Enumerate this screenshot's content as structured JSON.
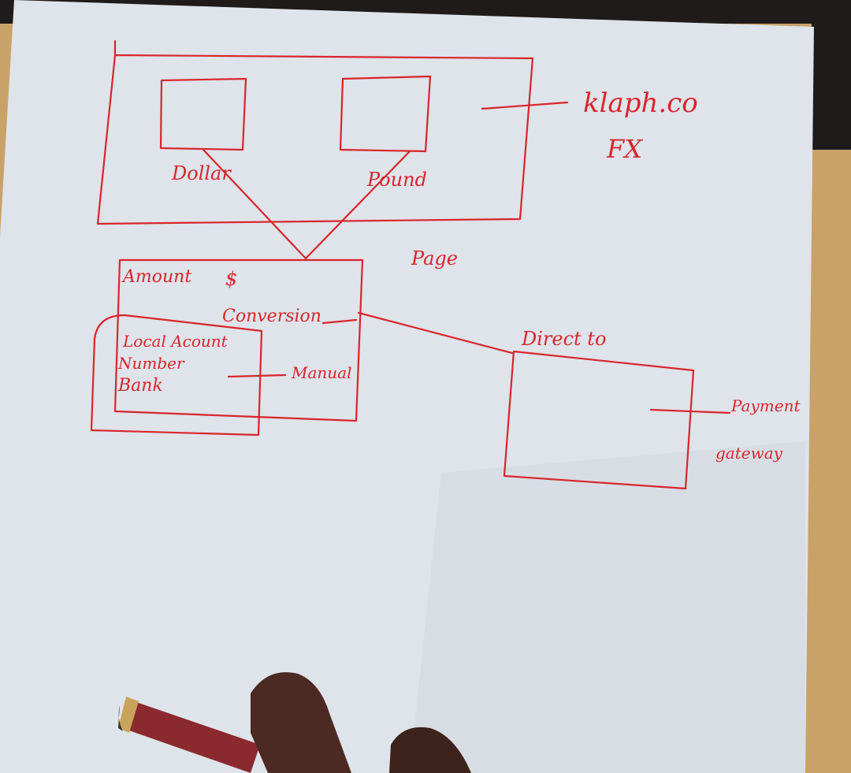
{
  "colors": {
    "ink": "#d8262c",
    "paper": "#dfe3ea",
    "table": "#c9a26a",
    "pen": "#8a2a2e"
  },
  "labels": {
    "brand": "klaph.co",
    "brand_sub": "FX",
    "dollar": "Dollar",
    "pound": "Pound",
    "page": "Page",
    "amount": "Amount",
    "currency_symbol": "$",
    "conversion": "Conversion",
    "local_account": "Local Acount",
    "number": "Number",
    "bank": "Bank",
    "manual": "Manual",
    "direct_to": "Direct to",
    "payment": "Payment",
    "gateway": "gateway"
  }
}
